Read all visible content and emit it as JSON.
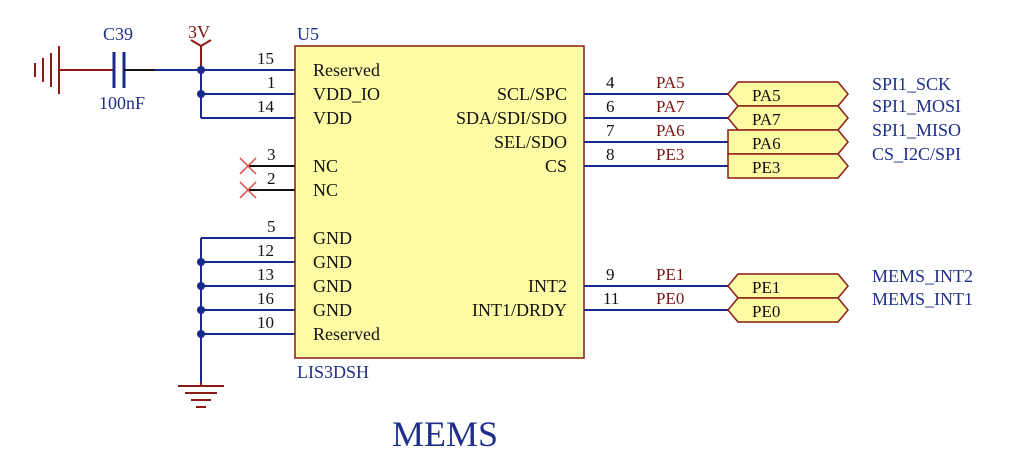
{
  "title": "MEMS",
  "capacitor": {
    "ref": "C39",
    "value": "100nF"
  },
  "power": {
    "label": "3V"
  },
  "chip": {
    "ref": "U5",
    "part": "LIS3DSH",
    "left_pins": [
      {
        "num": "15",
        "name": "Reserved"
      },
      {
        "num": "1",
        "name": "VDD_IO"
      },
      {
        "num": "14",
        "name": "VDD"
      },
      {
        "num": "3",
        "name": "NC"
      },
      {
        "num": "2",
        "name": "NC"
      },
      {
        "num": "5",
        "name": "GND"
      },
      {
        "num": "12",
        "name": "GND"
      },
      {
        "num": "13",
        "name": "GND"
      },
      {
        "num": "16",
        "name": "GND"
      },
      {
        "num": "10",
        "name": "Reserved"
      }
    ],
    "right_pins": [
      {
        "num": "4",
        "name": "SCL/SPC",
        "net": "PA5",
        "port": "PA5"
      },
      {
        "num": "6",
        "name": "SDA/SDI/SDO",
        "net": "PA7",
        "port": "PA7"
      },
      {
        "num": "7",
        "name": "SEL/SDO",
        "net": "PA6",
        "port": "PA6"
      },
      {
        "num": "8",
        "name": "CS",
        "net": "PE3",
        "port": "PE3"
      },
      {
        "num": "9",
        "name": "INT2",
        "net": "PE1",
        "port": "PE1"
      },
      {
        "num": "11",
        "name": "INT1/DRDY",
        "net": "PE0",
        "port": "PE0"
      }
    ]
  },
  "signals": [
    "SPI1_SCK",
    "SPI1_MOSI",
    "SPI1_MISO",
    "CS_I2C/SPI",
    "MEMS_INT2",
    "MEMS_INT1"
  ],
  "colors": {
    "chip_fill": "#fdfba3",
    "wire": "#1a2a8c",
    "net_label": "#7a1410",
    "port_fill": "#fdfba3"
  }
}
